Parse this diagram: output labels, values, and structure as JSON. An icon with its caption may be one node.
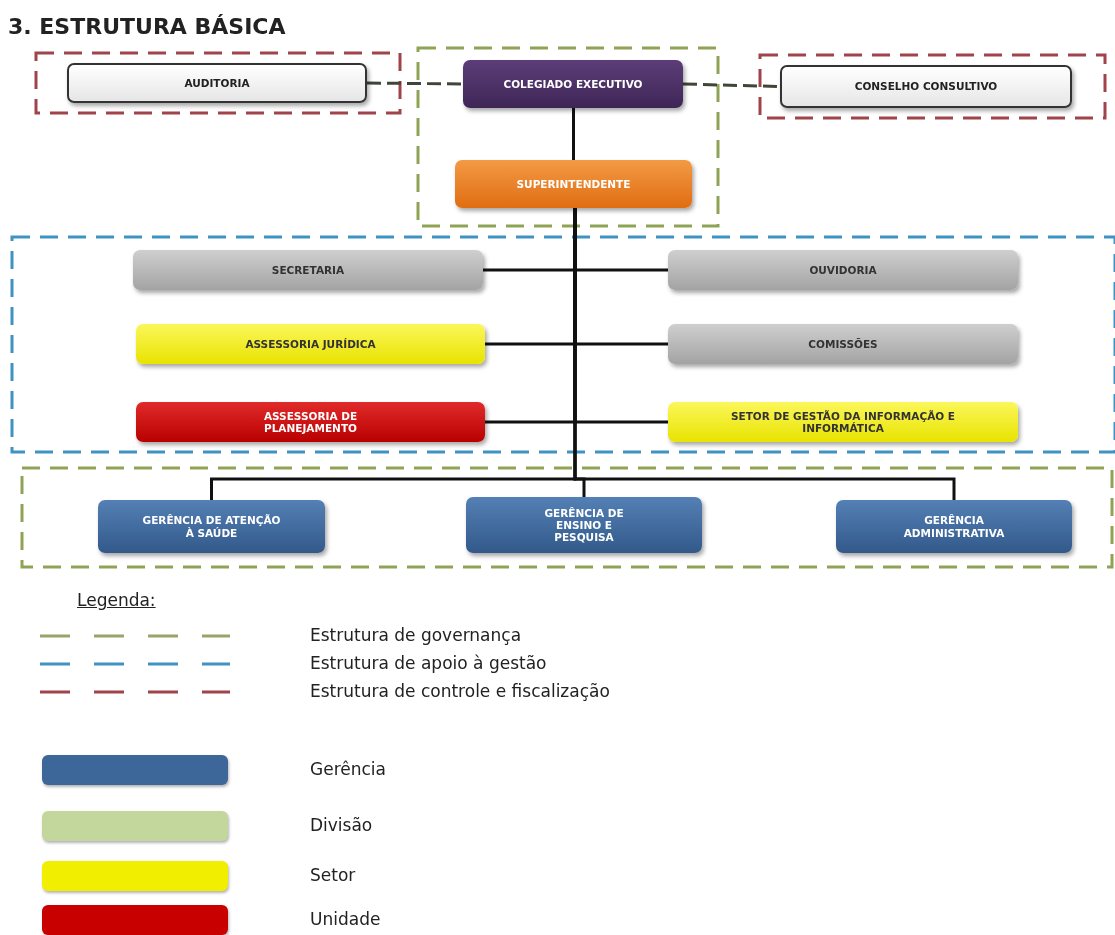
{
  "diagram": {
    "title": "3. ESTRUTURA BÁSICA",
    "nodes": [
      {
        "text": [
          "AUDITORIA"
        ]
      },
      {
        "text": [
          "COLEGIADO EXECUTIVO"
        ]
      },
      {
        "text": [
          "CONSELHO CONSULTIVO"
        ]
      },
      {
        "text": [
          "SUPERINTENDENTE"
        ]
      },
      {
        "text": [
          "SECRETARIA"
        ]
      },
      {
        "text": [
          "OUVIDORIA"
        ]
      },
      {
        "text": [
          "ASSESSORIA JURÍDICA"
        ]
      },
      {
        "text": [
          "COMISSÕES"
        ]
      },
      {
        "text": [
          "ASSESSORIA DE PLANEJAMENTO"
        ]
      },
      {
        "text": [
          "SETOR DE GESTÃO DA INFORMAÇÃO E INFORMÁTICA"
        ]
      },
      {
        "text": [
          "GERÊNCIA DE ATENÇÃO À SAÚDE"
        ]
      },
      {
        "text": [
          "GERÊNCIA DE ENSINO E PESQUISA"
        ]
      },
      {
        "text": [
          "GERÊNCIA ADMINISTRATIVA"
        ]
      }
    ],
    "edges": [
      {
        "from": 0,
        "to": 1,
        "arrow": "none",
        "style": "dashed"
      },
      {
        "from": 1,
        "to": 2,
        "arrow": "none",
        "style": "dashed"
      },
      {
        "from": 1,
        "to": 3,
        "arrow": "none"
      },
      {
        "from": 3,
        "to": 4,
        "arrow": "none"
      },
      {
        "from": 3,
        "to": 5,
        "arrow": "none"
      },
      {
        "from": 3,
        "to": 6,
        "arrow": "none"
      },
      {
        "from": 3,
        "to": 7,
        "arrow": "none"
      },
      {
        "from": 3,
        "to": 8,
        "arrow": "none"
      },
      {
        "from": 3,
        "to": 9,
        "arrow": "none"
      },
      {
        "from": 3,
        "to": 10,
        "arrow": "none"
      },
      {
        "from": 3,
        "to": 11,
        "arrow": "none"
      },
      {
        "from": 3,
        "to": 12,
        "arrow": "none"
      }
    ],
    "labels": [
      "Legenda:"
    ],
    "legend": [
      {
        "text": "Estrutura de governança"
      },
      {
        "text": "Estrutura de apoio à gestão"
      },
      {
        "text": "Estrutura de controle e fiscalização"
      },
      {
        "text": "Gerência",
        "color": "#3d6699"
      },
      {
        "text": "Divisão",
        "color": "#c3d69b"
      },
      {
        "text": "Setor",
        "color": "#f2ee00"
      },
      {
        "text": "Unidade",
        "color": "#c80000"
      }
    ]
  }
}
